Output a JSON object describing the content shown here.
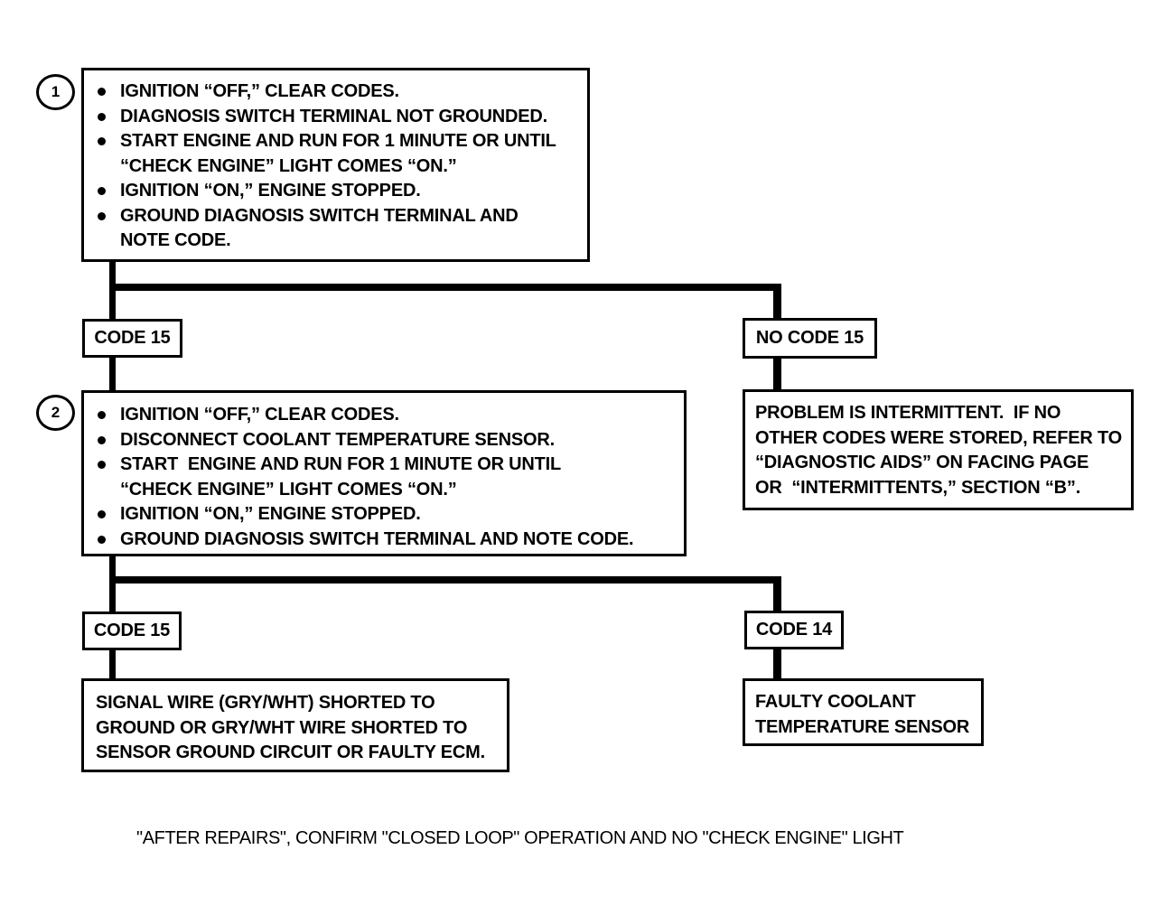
{
  "page": {
    "background_color": "#ffffff",
    "ink_color": "#000000"
  },
  "flowchart": {
    "step1": {
      "number": "1",
      "bullets": [
        "IGNITION “OFF,” CLEAR CODES.",
        "DIAGNOSIS SWITCH TERMINAL NOT GROUNDED.",
        "START ENGINE AND RUN FOR 1 MINUTE OR UNTIL\n“CHECK ENGINE” LIGHT COMES “ON.”",
        "IGNITION “ON,” ENGINE STOPPED.",
        "GROUND DIAGNOSIS SWITCH TERMINAL AND\nNOTE CODE."
      ]
    },
    "branch1": {
      "left_label": "CODE 15",
      "right_label": "NO CODE 15"
    },
    "step2": {
      "number": "2",
      "bullets": [
        "IGNITION “OFF,” CLEAR CODES.",
        "DISCONNECT COOLANT TEMPERATURE SENSOR.",
        "START  ENGINE AND RUN FOR 1 MINUTE OR UNTIL\n“CHECK ENGINE” LIGHT COMES “ON.”",
        "IGNITION “ON,” ENGINE STOPPED.",
        "GROUND DIAGNOSIS SWITCH TERMINAL AND NOTE CODE."
      ]
    },
    "intermittent_result": "PROBLEM IS INTERMITTENT.  IF NO\nOTHER CODES WERE STORED, REFER TO\n“DIAGNOSTIC AIDS” ON FACING PAGE\nOR  “INTERMITTENTS,” SECTION “B”.",
    "branch2": {
      "left_label": "CODE 15",
      "right_label": "CODE 14"
    },
    "result_left": "SIGNAL WIRE (GRY/WHT) SHORTED TO\nGROUND OR GRY/WHT WIRE SHORTED TO\nSENSOR GROUND CIRCUIT OR FAULTY ECM.",
    "result_right": "FAULTY COOLANT\nTEMPERATURE SENSOR",
    "footer": "\"AFTER REPAIRS\", CONFIRM \"CLOSED LOOP\" OPERATION AND NO \"CHECK ENGINE\" LIGHT"
  }
}
